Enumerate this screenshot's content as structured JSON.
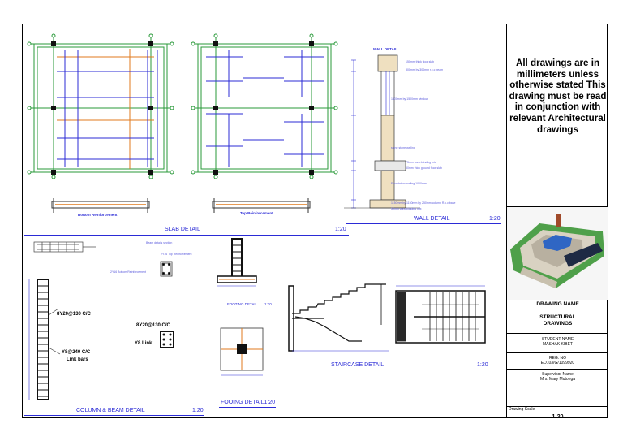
{
  "drawings": {
    "slab": {
      "bottom_label": "Bottom Reinforcement",
      "top_label": "Top Reinforcement",
      "title": "SLAB DETAIL",
      "scale": "1:20"
    },
    "wall": {
      "heading": "WALL DETAIL",
      "title": "WALL DETAIL",
      "scale": "1:20",
      "notes": [
        "150mm thick floor slab",
        "300mm by 300mm r.c.c beam",
        "1500mm by 1500mm window",
        "stone stone walling",
        "75mm conc.blinding mix",
        "50mm thick ground floor slab",
        "Foundation walling 1000mm",
        "1150mm by 1150mm by 250mm column R.c.c base",
        "50mm conc.blinding mix"
      ]
    },
    "column_beam": {
      "beam_section_label": "Beam details section",
      "top_reinf": "2Y16 Top Reinforcement",
      "bottom_reinf": "2Y16 Bottom Reinforcement",
      "main_bars": "8Y20@130 C/C",
      "links": "Y8@240 C/C",
      "link_bars": "Link bars",
      "section_bars": "8Y20@130 C/C",
      "section_link": "Y8 Link",
      "title": "COLUMN & BEAM DETAIL",
      "scale": "1:20"
    },
    "footing": {
      "title": "FOOTING DETAIL",
      "scale": "1:20",
      "plan_title": "FOOING DETAIL1:20"
    },
    "staircase": {
      "title": "STAIRCASE DETAIL",
      "scale": "1:20"
    }
  },
  "title_block": {
    "notice": "All drawings are in millimeters unless otherwise stated This drawing must be read in conjunction with relevant Architectural drawings",
    "drawing_name_label": "DRAWING NAME",
    "drawing_name": "STRUCTURAL DRAWINGS",
    "student_label": "STUDENT NAME",
    "student_name": "MASHAK KIBET",
    "reg_label": "REG. NO",
    "reg_no": "ED103/G/1099920",
    "supervisor_label": "Supervisor Name",
    "supervisor_name": "Mrs. Mary Mutonga",
    "scale_label": "Drawing Scale",
    "scale": "1:20"
  },
  "colors": {
    "blue": "#2b2bd6",
    "green": "#2a9a3a",
    "orange": "#e07a1c",
    "concrete": "#efe0c0"
  }
}
